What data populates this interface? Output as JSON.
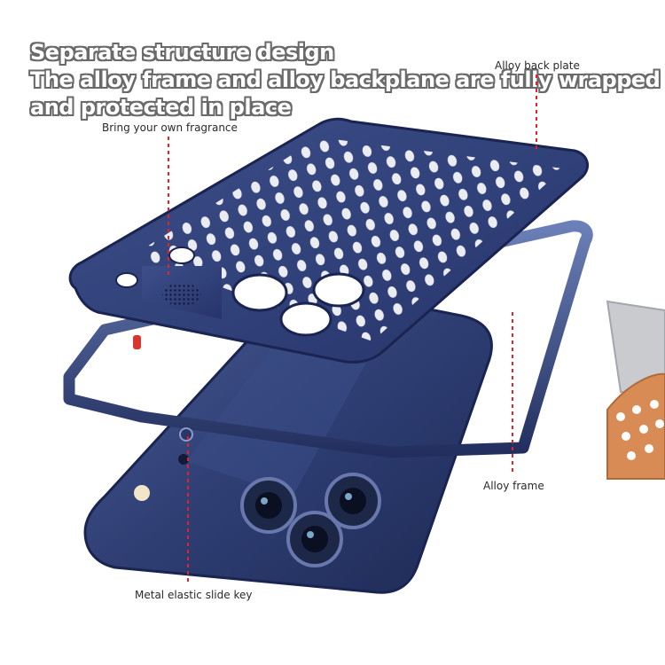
{
  "headline": {
    "line1": "Separate structure design",
    "line2": "The alloy frame and alloy backplane are fully wrapped",
    "line3": "and protected in place"
  },
  "callouts": {
    "back_plate": "Alloy back plate",
    "fragrance": "Bring your own fragrance",
    "frame": "Alloy frame",
    "slide_key": "Metal elastic slide key"
  },
  "colors": {
    "navy": "#2b3a6b",
    "navy_dark": "#1c2852",
    "navy_light": "#5a6ea8",
    "leader_red": "#e0242a",
    "silver": "#c9cbcf",
    "copper": "#d98b56"
  }
}
